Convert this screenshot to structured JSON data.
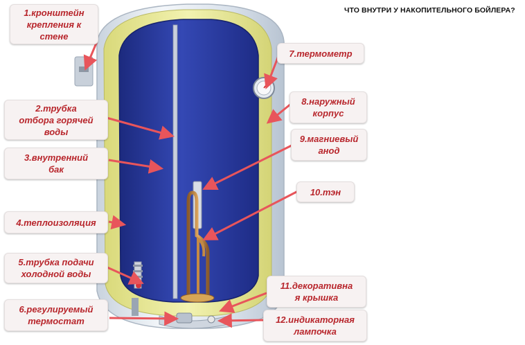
{
  "title": "ЧТО ВНУТРИ У НАКОПИТЕЛЬНОГО БОЙЛЕРА?",
  "colors": {
    "label_text": "#b8262c",
    "arrow": "#e8555b",
    "outer_casing": "#dfe6ee",
    "insulation": "#ecec9a",
    "inner_tank": "#2d3fa0"
  },
  "labels": {
    "l1": "1.кронштейн\nкрепления к\nстене",
    "l2": "2.трубка\nотбора горячей\nводы",
    "l3": "3.внутренний\nбак",
    "l4": "4.теплоизоляция",
    "l5": "5.трубка подачи\nхолодной воды",
    "l6": "6.регулируемый\nтермостат",
    "l7": "7.термометр",
    "l8": "8.наружный\nкорпус",
    "l9": "9.магниевый\nанод",
    "l10": "10.тэн",
    "l11": "11.декоративна\nя крышка",
    "l12": "12.индикаторная\nлампочка"
  }
}
